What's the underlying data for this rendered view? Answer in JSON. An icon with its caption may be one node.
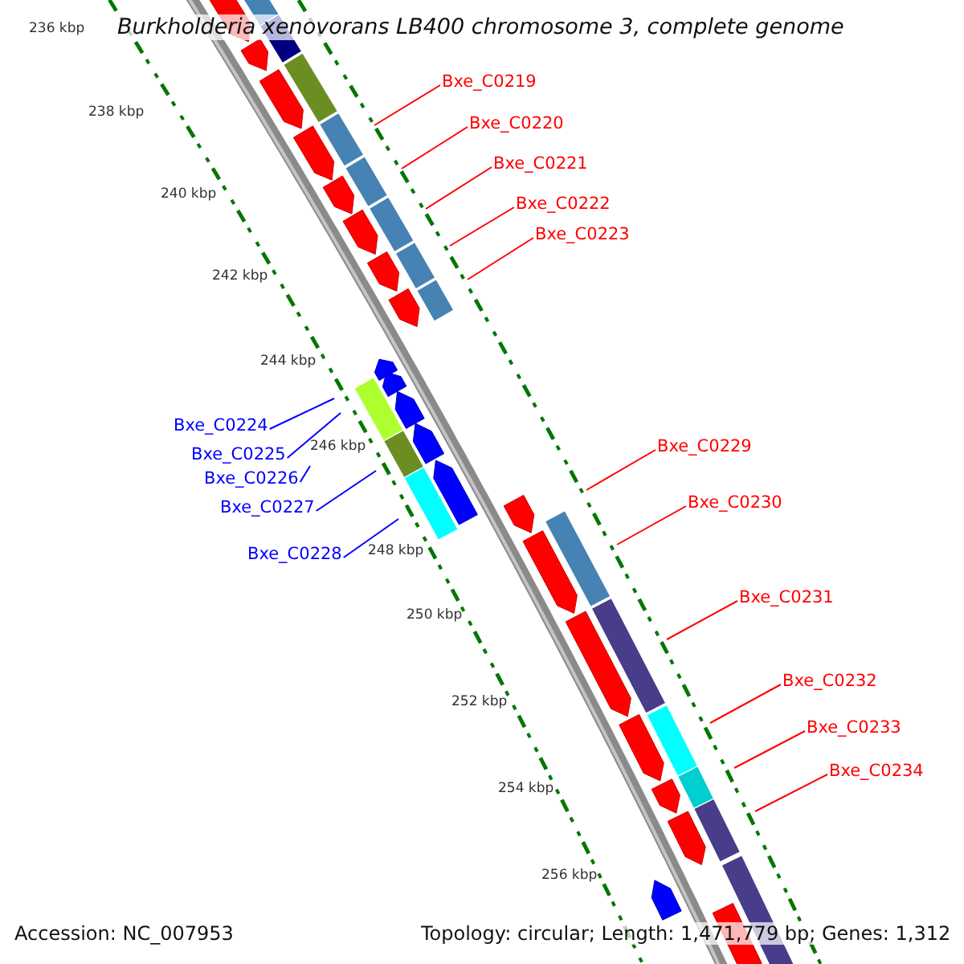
{
  "diagram": {
    "title": "*Burkholderia xenovorans* LB400 chromosome 3, complete genome",
    "nodes": [
      {
        "text": [
          "Bxe_C0219"
        ]
      },
      {
        "text": [
          "Bxe_C0220"
        ]
      },
      {
        "text": [
          "Bxe_C0221"
        ]
      },
      {
        "text": [
          "Bxe_C0222"
        ]
      },
      {
        "text": [
          "Bxe_C0223"
        ]
      },
      {
        "text": [
          "Bxe_C0224"
        ]
      },
      {
        "text": [
          "Bxe_C0225"
        ]
      },
      {
        "text": [
          "Bxe_C0226"
        ]
      },
      {
        "text": [
          "Bxe_C0227"
        ]
      },
      {
        "text": [
          "Bxe_C0228"
        ]
      },
      {
        "text": [
          "Bxe_C0229"
        ]
      },
      {
        "text": [
          "Bxe_C0230"
        ]
      },
      {
        "text": [
          "Bxe_C0231"
        ]
      },
      {
        "text": [
          "Bxe_C0232"
        ]
      },
      {
        "text": [
          "Bxe_C0233"
        ]
      },
      {
        "text": [
          "Bxe_C0234"
        ]
      }
    ],
    "edges": [
      {
        "from": 0,
        "to": null,
        "arrow": "none"
      },
      {
        "from": 1,
        "to": null,
        "arrow": "none"
      },
      {
        "from": 2,
        "to": null,
        "arrow": "none"
      },
      {
        "from": 3,
        "to": null,
        "arrow": "none"
      },
      {
        "from": 4,
        "to": null,
        "arrow": "none"
      },
      {
        "from": 5,
        "to": null,
        "arrow": "none",
        "color": "#0000ff"
      },
      {
        "from": 6,
        "to": null,
        "arrow": "none",
        "color": "#0000ff"
      },
      {
        "from": 7,
        "to": null,
        "arrow": "none",
        "color": "#0000ff"
      },
      {
        "from": 8,
        "to": null,
        "arrow": "none",
        "color": "#0000ff"
      },
      {
        "from": 9,
        "to": null,
        "arrow": "none",
        "color": "#0000ff"
      },
      {
        "from": 10,
        "to": null,
        "arrow": "none"
      },
      {
        "from": 11,
        "to": null,
        "arrow": "none"
      },
      {
        "from": 12,
        "to": null,
        "arrow": "none"
      },
      {
        "from": 13,
        "to": null,
        "arrow": "none"
      },
      {
        "from": 14,
        "to": null,
        "arrow": "none"
      },
      {
        "from": 15,
        "to": null,
        "arrow": "none"
      }
    ],
    "labels": [
      "236 kbp",
      "238 kbp",
      "240 kbp",
      "242 kbp",
      "244 kbp",
      "246 kbp",
      "248 kbp",
      "250 kbp",
      "252 kbp",
      "254 kbp",
      "256 kbp",
      "Accession: NC_007953",
      "Topology: circular; Length: 1,471,779 bp; Genes: 1,312"
    ]
  }
}
